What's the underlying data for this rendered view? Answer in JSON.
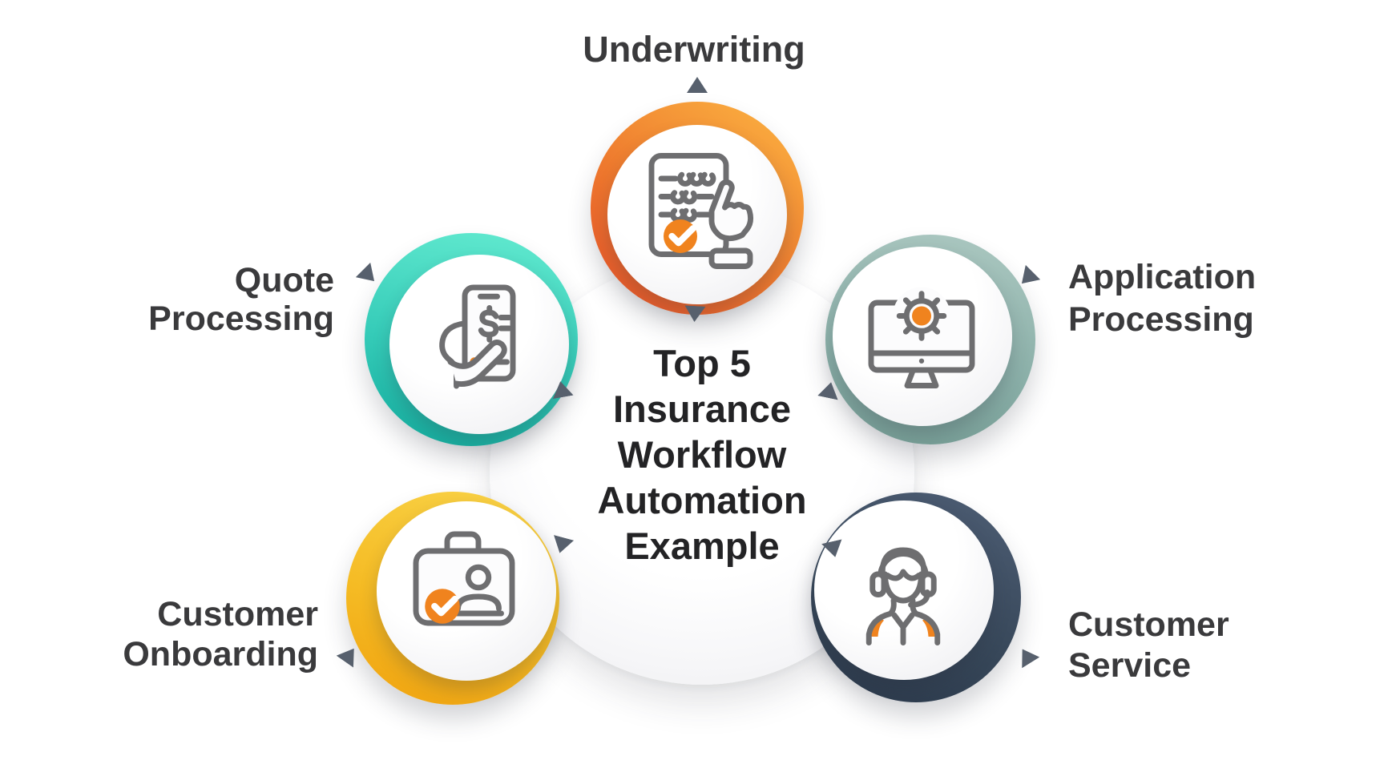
{
  "center": {
    "lines": [
      "Top 5",
      "Insurance",
      "Workflow",
      "Automation",
      "Example"
    ]
  },
  "nodes": {
    "underwriting": {
      "label_lines": [
        "Underwriting"
      ],
      "icon": "document-check-hand-icon",
      "ring_style": "orange-gradient"
    },
    "quote_processing": {
      "label_lines": [
        "Quote",
        "Processing"
      ],
      "icon": "hand-phone-dollar-icon",
      "ring_style": "teal-gradient"
    },
    "application_processing": {
      "label_lines": [
        "Application",
        "Processing"
      ],
      "icon": "monitor-gear-icon",
      "ring_style": "sage-gradient"
    },
    "customer_onboarding": {
      "label_lines": [
        "Customer",
        "Onboarding"
      ],
      "icon": "id-badge-check-icon",
      "ring_style": "yellow-gradient"
    },
    "customer_service": {
      "label_lines": [
        "Customer",
        "Service"
      ],
      "icon": "support-agent-headset-icon",
      "ring_style": "navy-gradient"
    }
  },
  "colors": {
    "orange_accent": "#F0831E",
    "ring_orange_light": "#F9A93E",
    "ring_orange_dark": "#E7592A",
    "ring_teal_light": "#5FE8CE",
    "ring_teal_dark": "#17AFA0",
    "ring_sage_light": "#A9C6BF",
    "ring_sage_dark": "#779E96",
    "ring_yellow_light": "#F8CF42",
    "ring_yellow_dark": "#F0A512",
    "ring_navy_light": "#4A5A70",
    "ring_navy_dark": "#2C3A4C",
    "arrow_gray": "#57606D",
    "label_text": "#3A3A3C",
    "center_text": "#232325",
    "icon_stroke": "#6E6E70"
  }
}
